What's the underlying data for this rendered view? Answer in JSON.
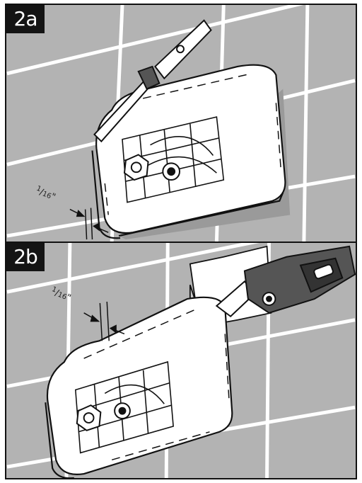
{
  "panels": [
    {
      "label": "2a",
      "dimension": {
        "num": "1",
        "slash": "/",
        "den": "16",
        "unit": "\""
      }
    },
    {
      "label": "2b",
      "dimension": {
        "num": "1",
        "slash": "/",
        "den": "16",
        "unit": "\""
      }
    }
  ],
  "colors": {
    "wall": "#b3b3b3",
    "grout": "#ffffff",
    "ink": "#111111",
    "label_bg": "#141414",
    "device": "#ffffff"
  },
  "icons": [
    "hex-nut-icon",
    "screwdriver-icon",
    "oscillating-tool-icon",
    "dimension-arrow-icon"
  ]
}
